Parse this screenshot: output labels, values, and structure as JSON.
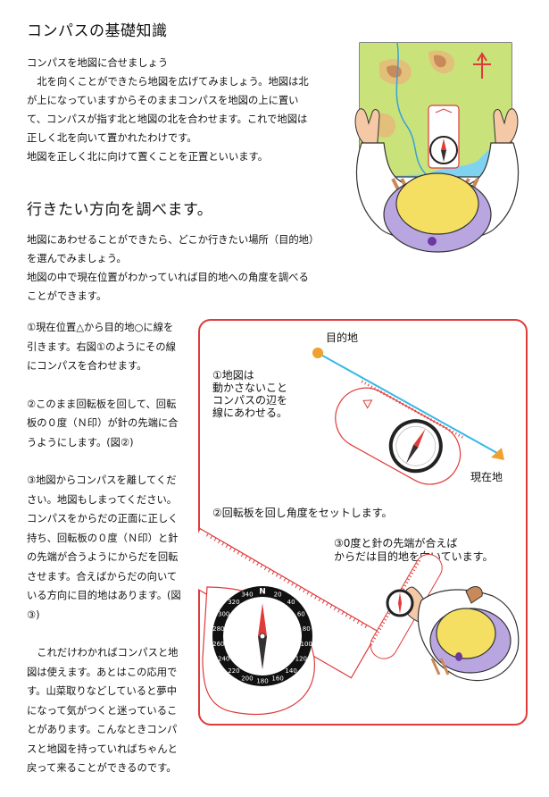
{
  "title": "コンパスの基礎知識",
  "intro": {
    "heading": "コンパスを地図に合せましょう",
    "lines": [
      "北を向くことができたら地図を広げてみましょう。地図は北",
      "が上になっていますからそのままコンパスを地図の上に置い",
      "て、コンパスが指す北と地図の北を合わせます。これで地図は",
      "正しく北を向いて置かれたわけです。",
      "地図を正しく北に向けて置くことを正置といいます。"
    ]
  },
  "section2": {
    "title": "行きたい方向を調べます。",
    "lines": [
      "地図にあわせることができたら、どこか行きたい場所（目的地）",
      "を選んでみましょう。",
      "地図の中で現在位置がわかっていれば目的地への角度を調べる",
      "ことができます。"
    ]
  },
  "steps": [
    [
      "①現在位置△から目的地○に線を",
      "引きます。右図①のようにその線",
      "にコンパスを合わせます。"
    ],
    [
      "②このまま回転板を回して、回転",
      "板の０度（Ｎ印）が針の先端に合",
      "うようにします。(図②)"
    ],
    [
      "③地図からコンパスを離してくだ",
      "さい。地図もしまってください。",
      "コンパスをからだの正面に正しく",
      "持ち、回転板の０度（Ｎ印）と針",
      "の先端が合うようにからだを回転",
      "させます。合えばからだの向いて",
      "いる方向に目的地はあります。(図",
      "③)"
    ],
    [
      "　これだけわかればコンパスと地",
      "図は使えます。あとはこの応用で",
      "す。山菜取りなどしていると夢中",
      "になって気がつくと迷っているこ",
      "とがあります。こんなときコンパ",
      "スと地図を持っていればちゃんと",
      "戻って来ることができるのです。"
    ]
  ],
  "figure": {
    "destination_label": "目的地",
    "current_label": "現在地",
    "note1": [
      "①地図は",
      "動かさないこと",
      "コンパスの辺を",
      "線にあわせる。"
    ],
    "note2": "②回転板を回し角度をセットします。",
    "note3": [
      "③0度と針の先端が合えば",
      "からだは目的地を向いています。"
    ],
    "dial_labels": [
      "N",
      "20",
      "40",
      "60",
      "80",
      "100",
      "120",
      "140",
      "160",
      "180",
      "200",
      "220",
      "240",
      "260",
      "280",
      "300",
      "320",
      "340"
    ]
  },
  "colors": {
    "panel_border": "#e03a3a",
    "map_water": "#7fd3f0",
    "map_green": "#c9e37a",
    "map_brown": "#c98a5a",
    "skin": "#f6c9a6",
    "hair": "#f4df62",
    "shirt": "#b9a6e0",
    "destination": "#f0a030",
    "line": "#36b9e8"
  },
  "icons": [
    "north-arrow-icon",
    "compass-icon",
    "person-icon",
    "hand-icon",
    "destination-marker-icon",
    "current-position-marker-icon"
  ]
}
